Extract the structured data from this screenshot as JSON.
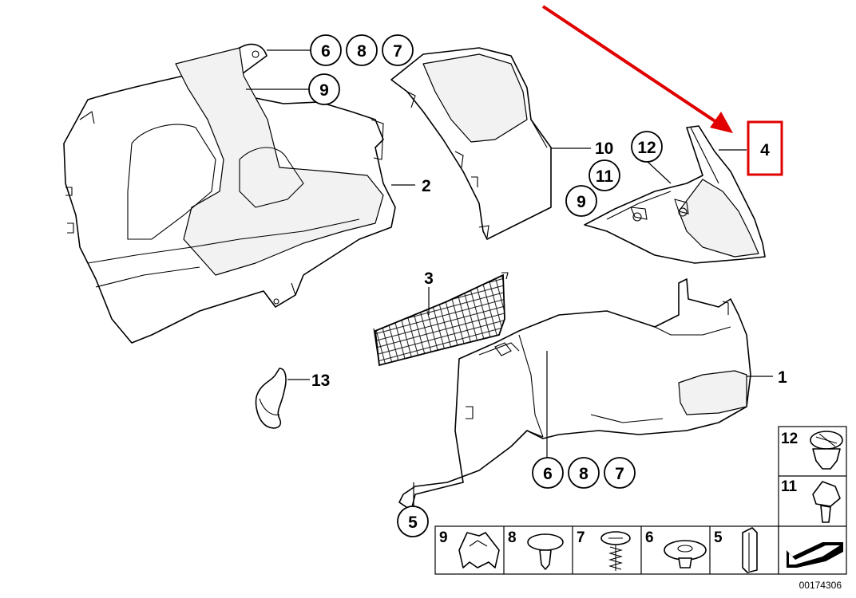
{
  "callouts": {
    "c_6_top": "6",
    "c_8_top": "8",
    "c_7_top": "7",
    "c_9_top": "9",
    "c_2": "2",
    "c_10": "10",
    "c_12": "12",
    "c_11": "11",
    "c_9_mid": "9",
    "c_4": "4",
    "c_3": "3",
    "c_13": "13",
    "c_1": "1",
    "c_6_bot": "6",
    "c_8_bot": "8",
    "c_7_bot": "7",
    "c_5": "5"
  },
  "legend": {
    "items": [
      {
        "label": "9"
      },
      {
        "label": "8"
      },
      {
        "label": "7"
      },
      {
        "label": "6"
      },
      {
        "label": "5"
      }
    ],
    "side_items": [
      {
        "label": "12"
      },
      {
        "label": "11"
      }
    ]
  },
  "diagram_id": "00174306",
  "colors": {
    "highlight": "#e00000",
    "line": "#000000",
    "mesh": "#000000"
  }
}
